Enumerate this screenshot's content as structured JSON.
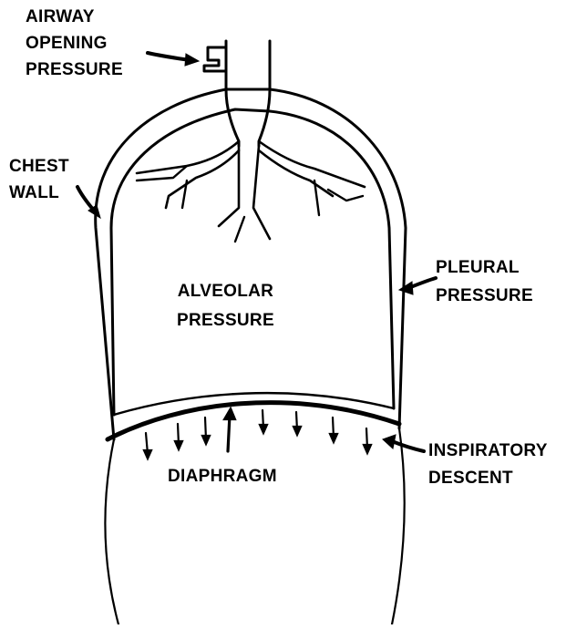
{
  "labels": {
    "airway": {
      "line1": "AIRWAY",
      "line2": "OPENING",
      "line3": "PRESSURE"
    },
    "chest": {
      "line1": "CHEST",
      "line2": "WALL"
    },
    "alveolar": {
      "line1": "ALVEOLAR",
      "line2": "PRESSURE"
    },
    "pleural": {
      "line1": "PLEURAL",
      "line2": "PRESSURE"
    },
    "diaphragm": "DIAPHRAGM",
    "inspiratory": {
      "line1": "INSPIRATORY",
      "line2": "DESCENT"
    }
  },
  "colors": {
    "ink": "#000000",
    "paper": "#ffffff"
  }
}
